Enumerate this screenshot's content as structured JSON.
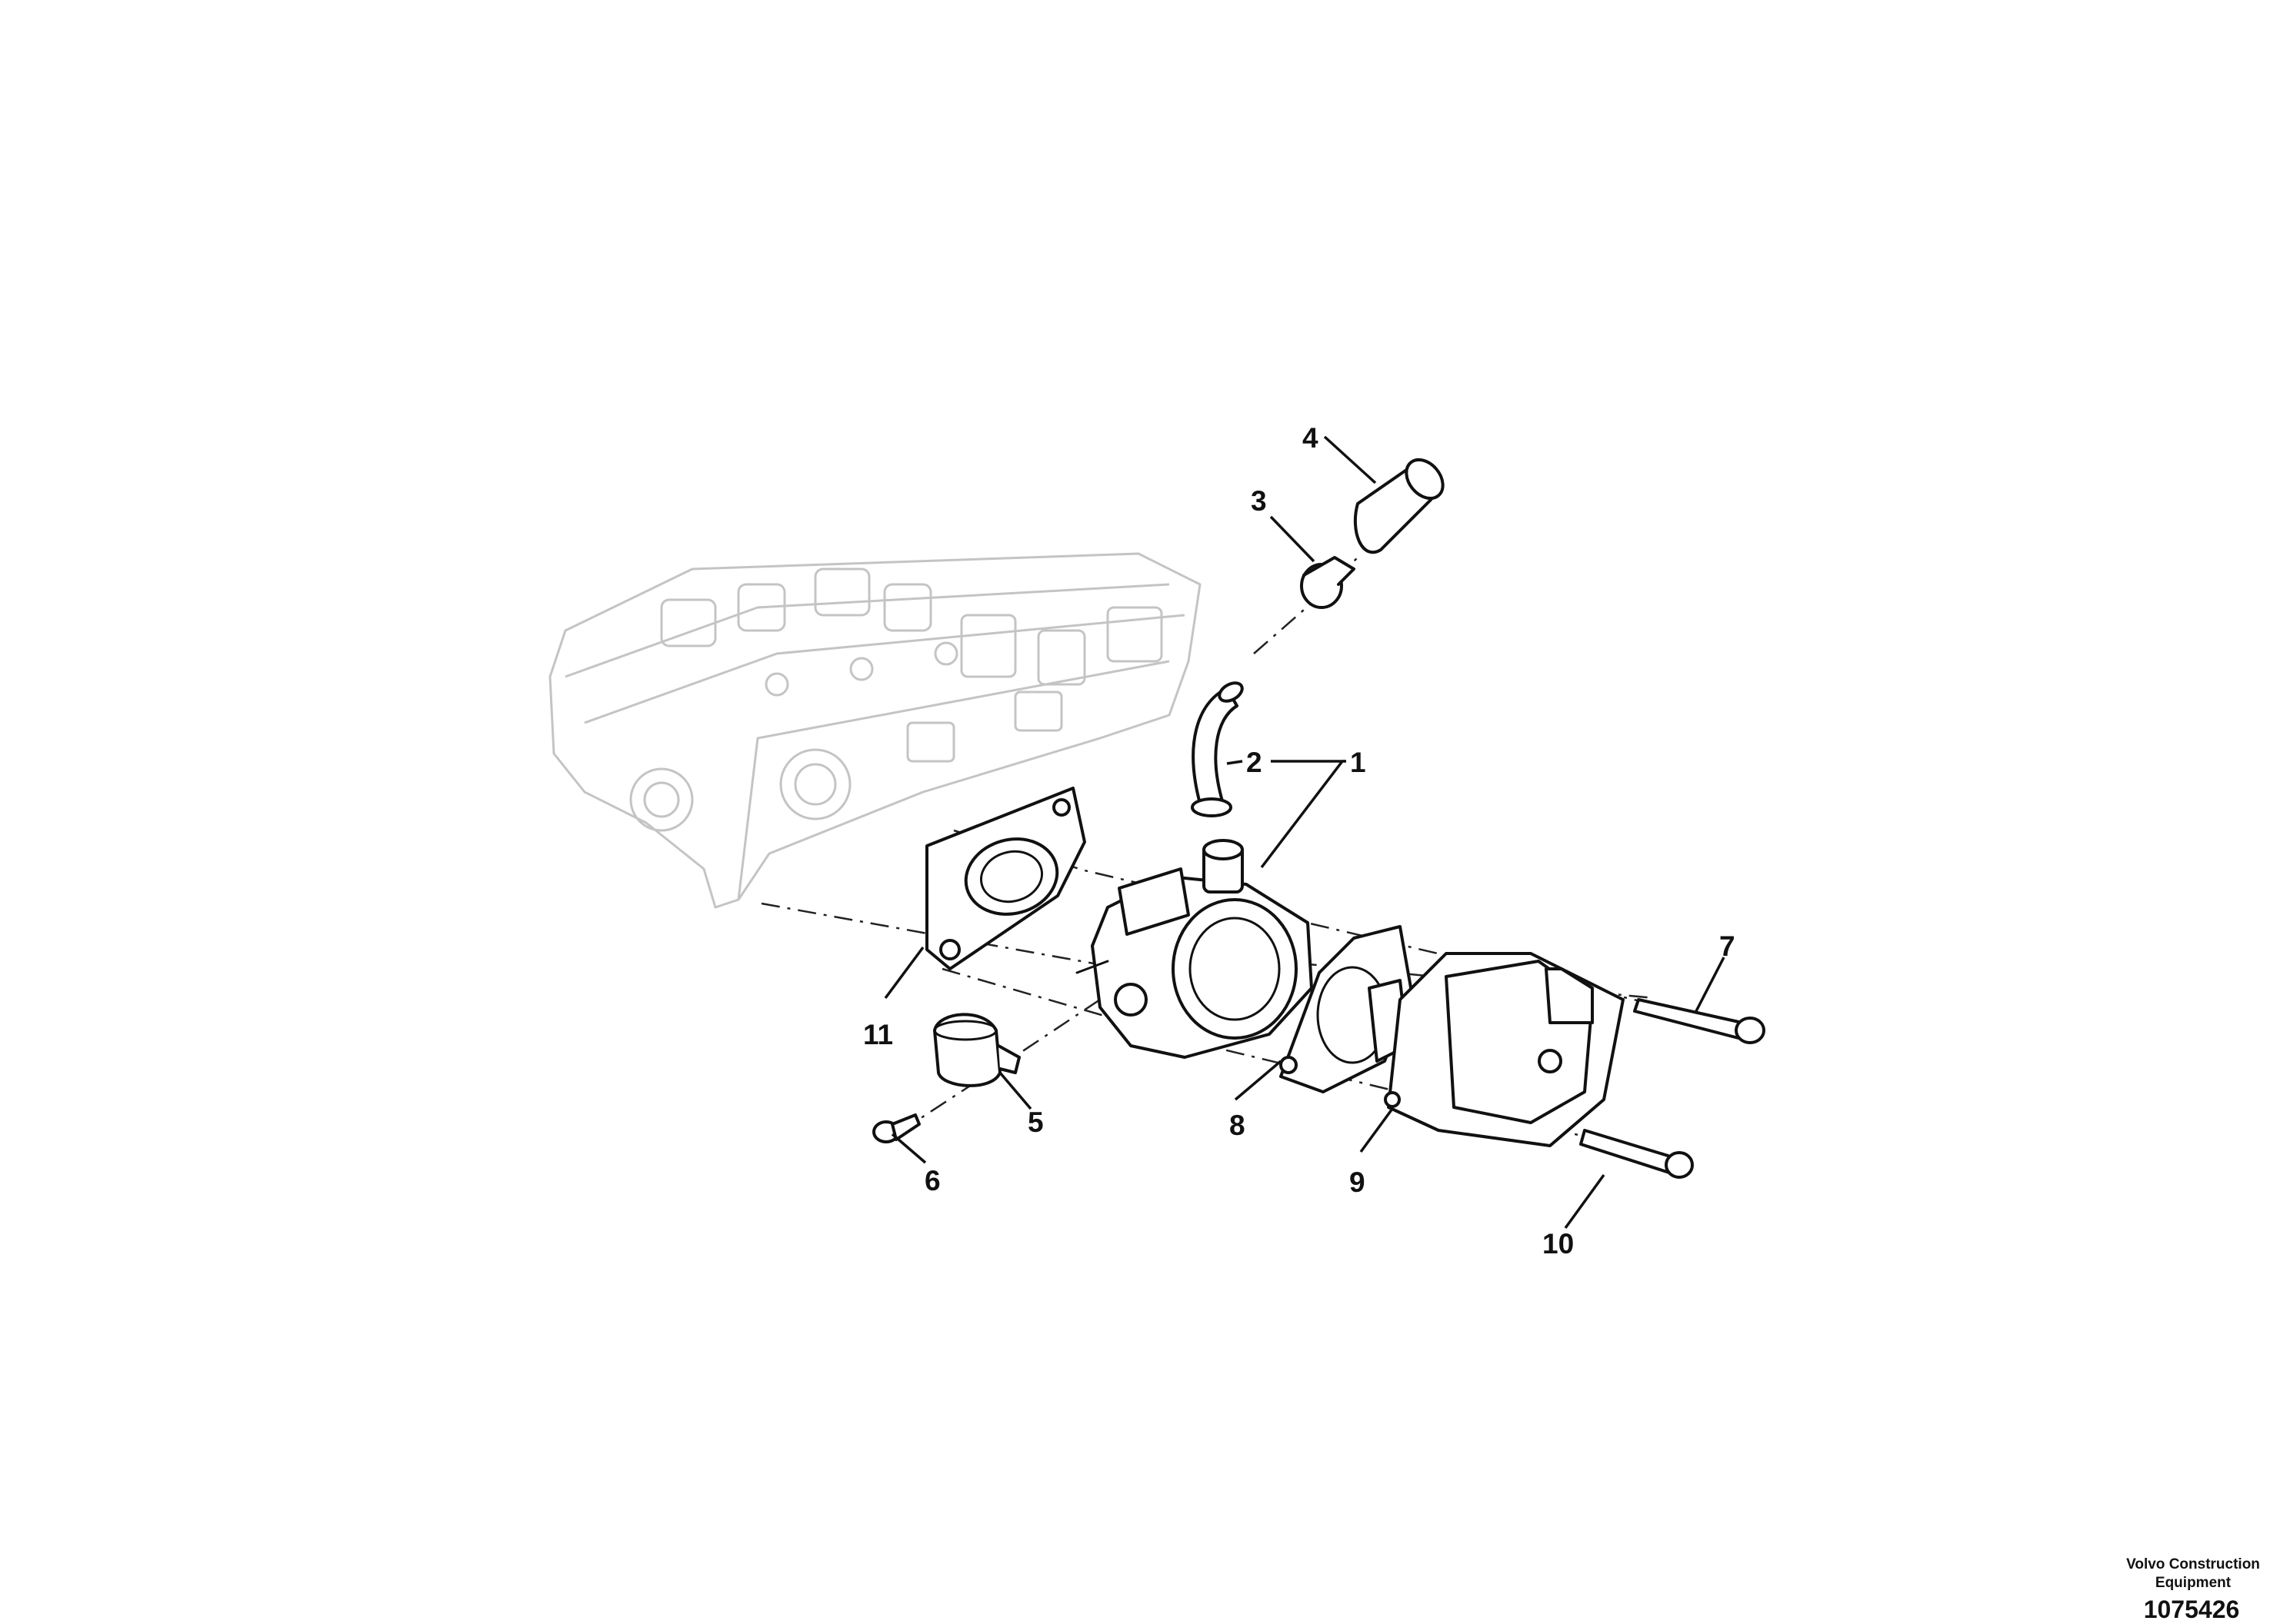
{
  "diagram": {
    "callouts": {
      "c1": "1",
      "c2": "2",
      "c3": "3",
      "c4": "4",
      "c5": "5",
      "c6": "6",
      "c7": "7",
      "c8": "8",
      "c9": "9",
      "c10": "10",
      "c11": "11"
    }
  },
  "footer": {
    "brand": "Volvo Construction Equipment",
    "image_id": "1075426"
  }
}
